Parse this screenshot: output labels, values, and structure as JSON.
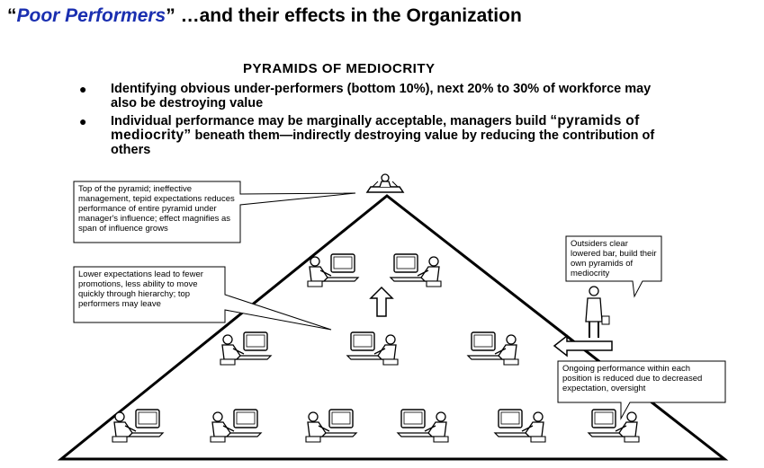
{
  "header": {
    "quote_open": "“",
    "highlight": "Poor Performers",
    "rest": "” …and their effects in the Organization"
  },
  "diagram": {
    "heading": "PYRAMIDS OF MEDIOCRITY",
    "bullets": [
      {
        "text": "Identifying obvious under-performers (bottom 10%), next 20% to 30% of workforce may also be destroying value"
      },
      {
        "before": "Individual performance may be marginally acceptable, managers build ",
        "bold": "“pyramids of mediocrity”",
        "after": " beneath them—indirectly destroying value by reducing the contribution of others"
      }
    ],
    "callouts": {
      "top": "Top of the pyramid; ineffective management, tepid expectations reduces performance of entire pyramid under manager's influence; effect magnifies as span of influence grows",
      "lower": "Lower expectations lead to fewer promotions, less ability to move quickly through hierarchy; top performers may leave",
      "outsiders": "Outsiders clear lowered bar, build their own pyramids of mediocrity",
      "ongoing": "Ongoing performance within each position is reduced due to decreased expectation, oversight"
    }
  }
}
